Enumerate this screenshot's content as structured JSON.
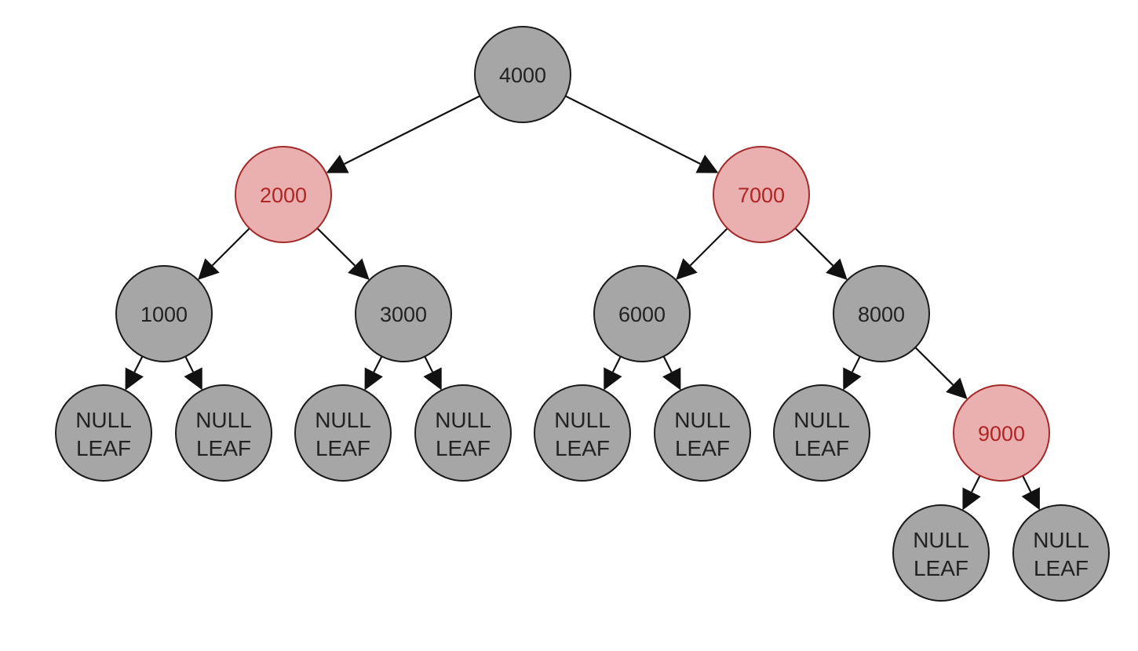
{
  "colors": {
    "black_fill": "#a6a6a6",
    "black_stroke": "#1a1a1a",
    "black_text": "#222222",
    "red_fill": "#eab0b0",
    "red_stroke": "#a32a2a",
    "red_text": "#b02525",
    "edge": "#111111"
  },
  "nodes": [
    {
      "id": "n4000",
      "label": "4000",
      "color": "black",
      "kind": "value"
    },
    {
      "id": "n2000",
      "label": "2000",
      "color": "red",
      "kind": "value"
    },
    {
      "id": "n7000",
      "label": "7000",
      "color": "red",
      "kind": "value"
    },
    {
      "id": "n1000",
      "label": "1000",
      "color": "black",
      "kind": "value"
    },
    {
      "id": "n3000",
      "label": "3000",
      "color": "black",
      "kind": "value"
    },
    {
      "id": "n6000",
      "label": "6000",
      "color": "black",
      "kind": "value"
    },
    {
      "id": "n8000",
      "label": "8000",
      "color": "black",
      "kind": "value"
    },
    {
      "id": "n9000",
      "label": "9000",
      "color": "red",
      "kind": "value"
    },
    {
      "id": "L1",
      "label": [
        "NULL",
        "LEAF"
      ],
      "color": "black",
      "kind": "leaf"
    },
    {
      "id": "L2",
      "label": [
        "NULL",
        "LEAF"
      ],
      "color": "black",
      "kind": "leaf"
    },
    {
      "id": "L3",
      "label": [
        "NULL",
        "LEAF"
      ],
      "color": "black",
      "kind": "leaf"
    },
    {
      "id": "L4",
      "label": [
        "NULL",
        "LEAF"
      ],
      "color": "black",
      "kind": "leaf"
    },
    {
      "id": "L5",
      "label": [
        "NULL",
        "LEAF"
      ],
      "color": "black",
      "kind": "leaf"
    },
    {
      "id": "L6",
      "label": [
        "NULL",
        "LEAF"
      ],
      "color": "black",
      "kind": "leaf"
    },
    {
      "id": "L7",
      "label": [
        "NULL",
        "LEAF"
      ],
      "color": "black",
      "kind": "leaf"
    },
    {
      "id": "L8",
      "label": [
        "NULL",
        "LEAF"
      ],
      "color": "black",
      "kind": "leaf"
    },
    {
      "id": "L9",
      "label": [
        "NULL",
        "LEAF"
      ],
      "color": "black",
      "kind": "leaf"
    }
  ],
  "edges": [
    [
      "n4000",
      "n2000"
    ],
    [
      "n4000",
      "n7000"
    ],
    [
      "n2000",
      "n1000"
    ],
    [
      "n2000",
      "n3000"
    ],
    [
      "n7000",
      "n6000"
    ],
    [
      "n7000",
      "n8000"
    ],
    [
      "n1000",
      "L1"
    ],
    [
      "n1000",
      "L2"
    ],
    [
      "n3000",
      "L3"
    ],
    [
      "n3000",
      "L4"
    ],
    [
      "n6000",
      "L5"
    ],
    [
      "n6000",
      "L6"
    ],
    [
      "n8000",
      "L7"
    ],
    [
      "n8000",
      "n9000"
    ],
    [
      "n9000",
      "L8"
    ],
    [
      "n9000",
      "L9"
    ]
  ]
}
